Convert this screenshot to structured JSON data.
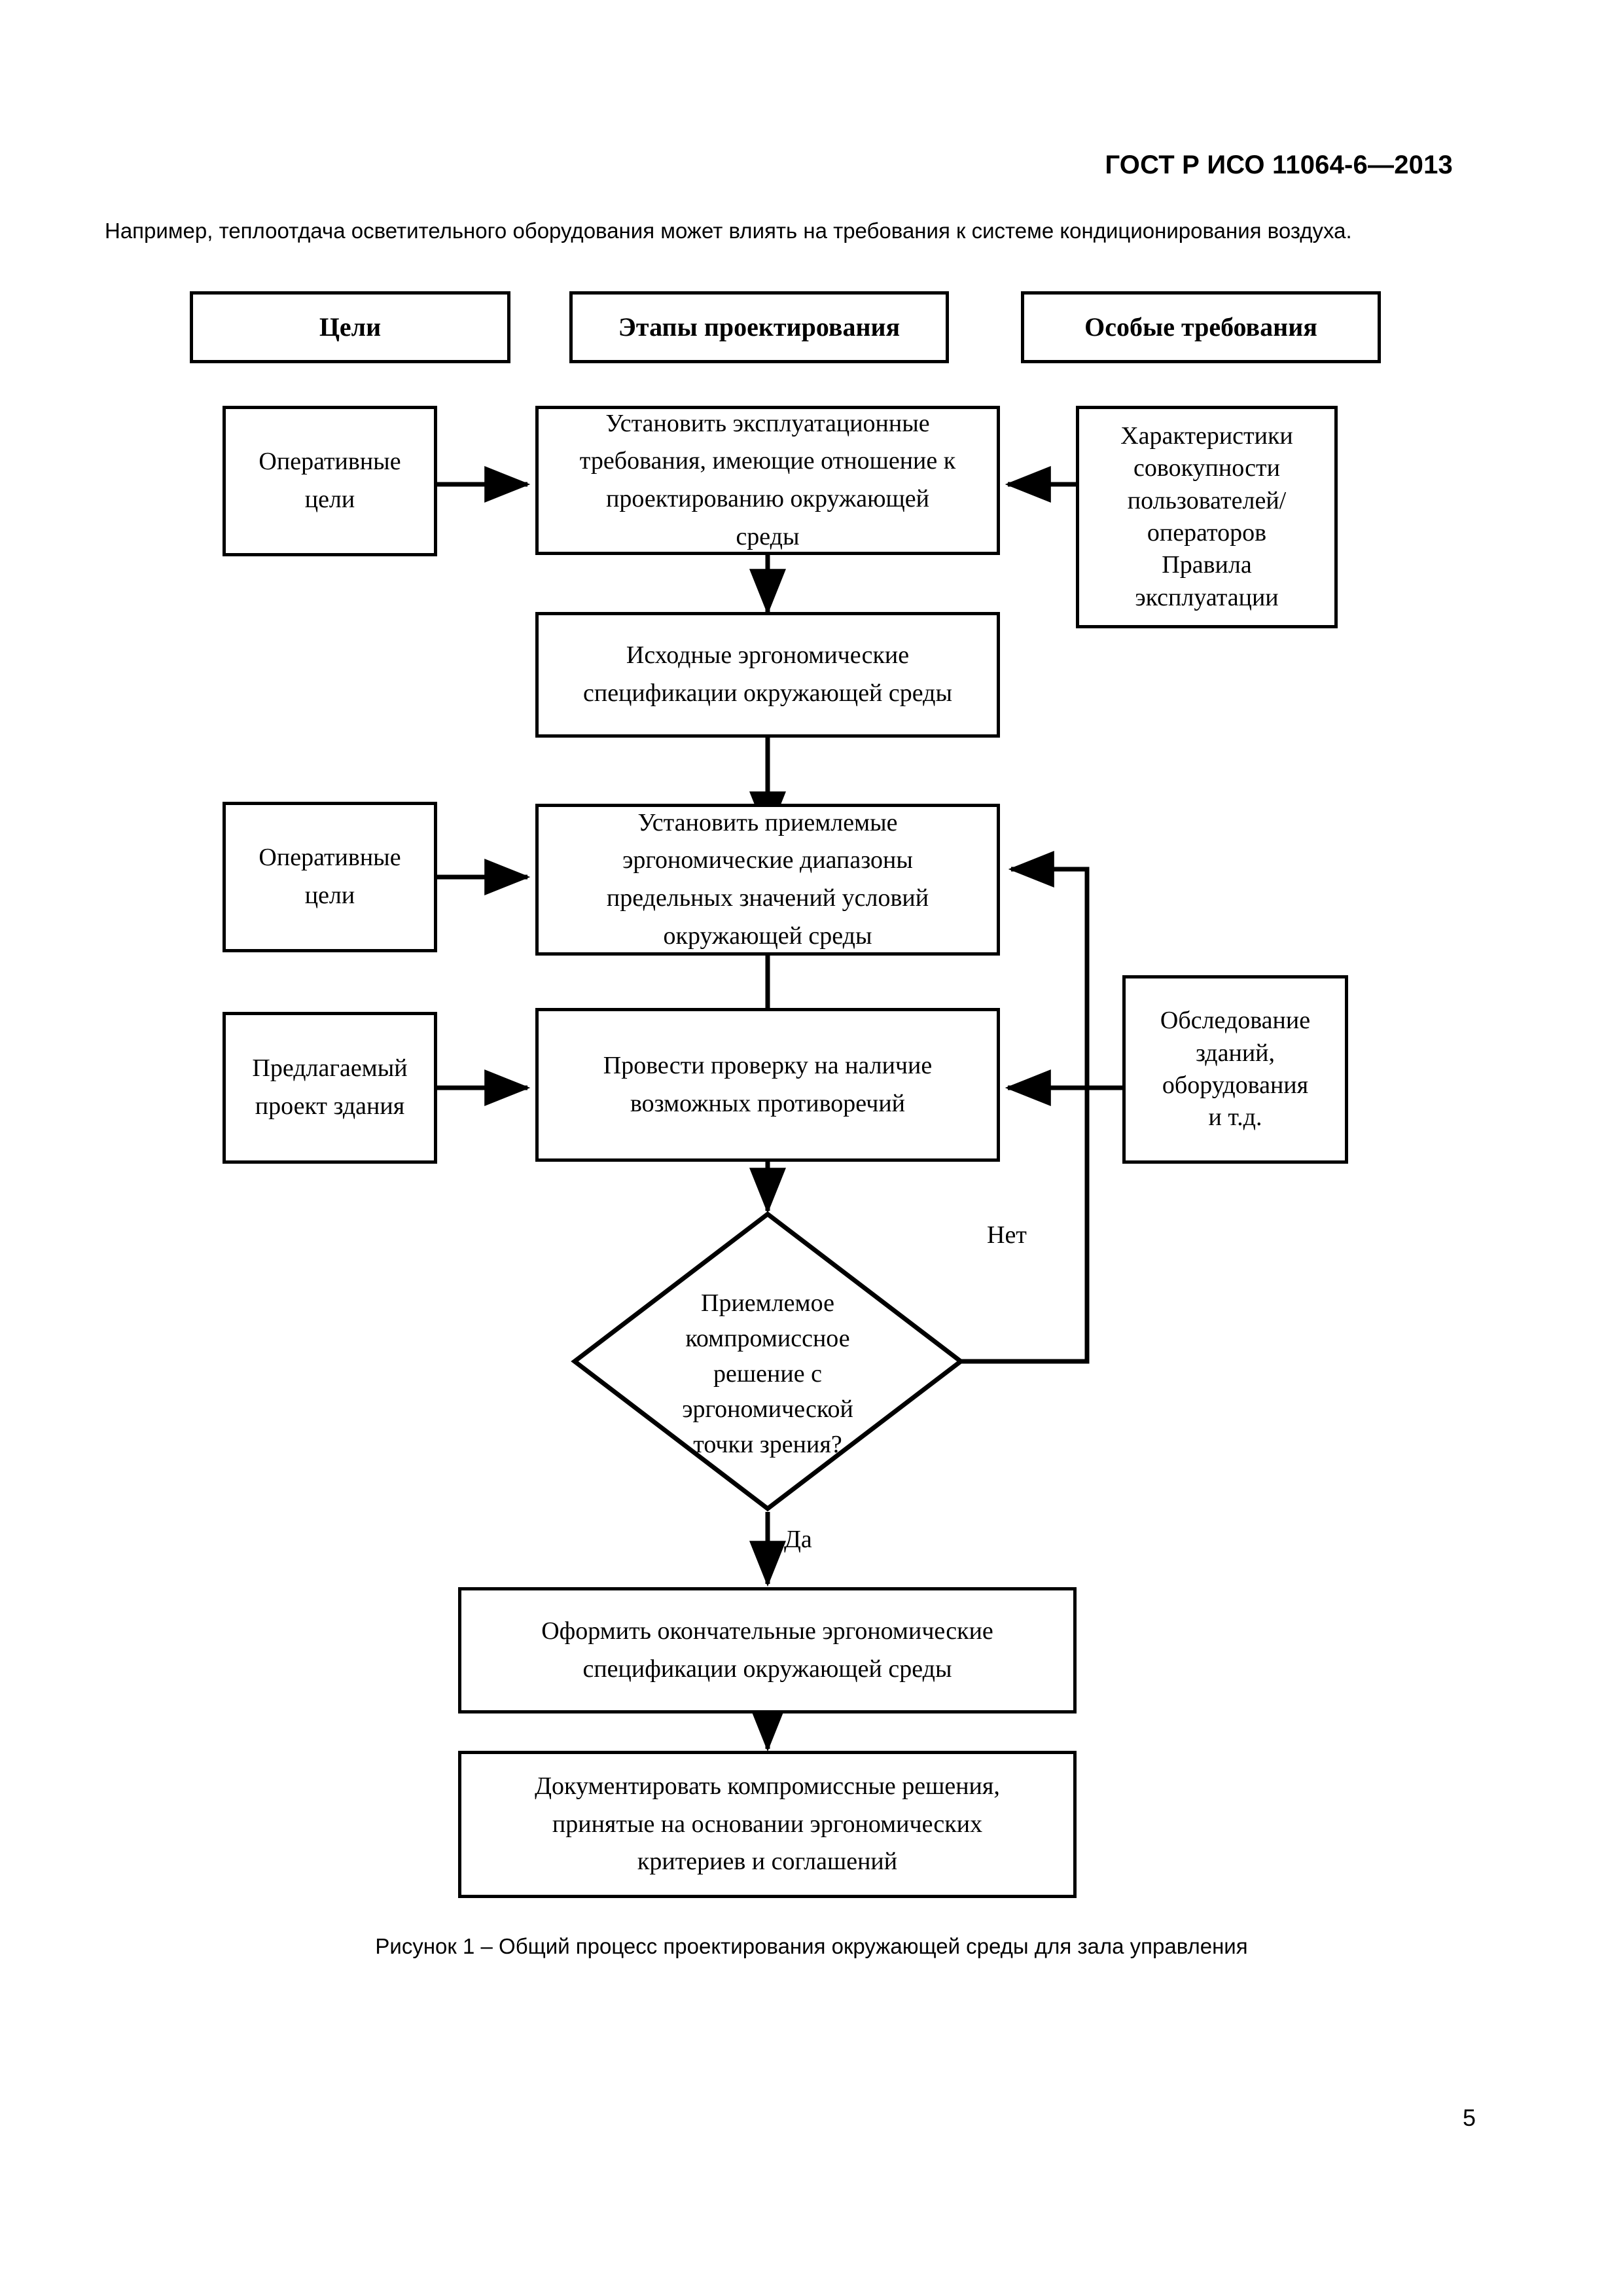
{
  "header": {
    "standard_title": "ГОСТ Р ИСО 11064-6—2013"
  },
  "intro": {
    "paragraph": "Например, теплоотдача осветительного оборудования может влиять на требования к системе кондиционирования воздуха."
  },
  "figure": {
    "caption": "Рисунок 1 – Общий процесс проектирования окружающей среды для зала управления",
    "column_headers": [
      {
        "label": "Цели"
      },
      {
        "label": "Этапы проектирования"
      },
      {
        "label": "Особые требования"
      }
    ],
    "nodes": [
      {
        "id": "goals1",
        "label": "Оперативные\nцели"
      },
      {
        "id": "step1",
        "label": "Установить эксплуатационные\nтребования, имеющие отношение к\nпроектированию окружающей\nсреды"
      },
      {
        "id": "req1",
        "label": "Характеристики\nсовокупности\nпользователей/\nоператоров\nПравила\nэксплуатации"
      },
      {
        "id": "step2",
        "label": "Исходные эргономические\nспецификации окружающей среды"
      },
      {
        "id": "goals2",
        "label": "Оперативные\nцели"
      },
      {
        "id": "step3",
        "label": "Установить приемлемые\nэргономические диапазоны\nпредельных значений условий\nокружающей среды"
      },
      {
        "id": "goals3",
        "label": "Предлагаемый\nпроект здания"
      },
      {
        "id": "step4",
        "label": "Провести проверку на наличие\nвозможных противоречий"
      },
      {
        "id": "req2",
        "label": "Обследование\nзданий,\nоборудования\nи т.д."
      },
      {
        "id": "decision",
        "label": "Приемлемое\nкомпромиссное\nрешение с\nэргономической\nточки зрения?"
      },
      {
        "id": "step5",
        "label": "Оформить окончательные эргономические\nспецификации окружающей среды"
      },
      {
        "id": "step6",
        "label": "Документировать компромиссные решения,\nпринятые на основании эргономических\nкритериев и соглашений"
      }
    ],
    "edge_labels": [
      {
        "id": "no",
        "label": "Нет"
      },
      {
        "id": "yes",
        "label": "Да"
      }
    ]
  },
  "footer": {
    "page_number": "5"
  },
  "colors": {
    "ink": "#000000",
    "paper": "#ffffff"
  }
}
